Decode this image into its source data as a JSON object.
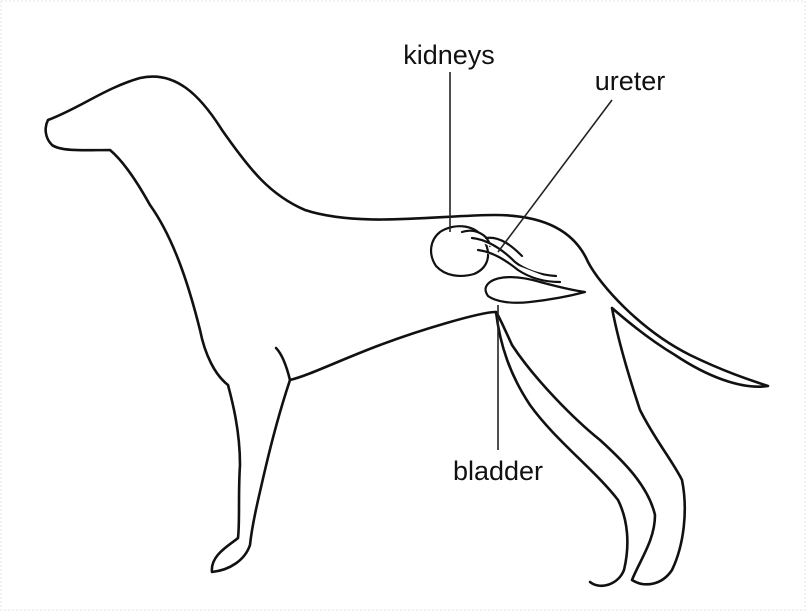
{
  "labels": {
    "kidneys": "kidneys",
    "ureter": "ureter",
    "bladder": "bladder"
  },
  "colors": {
    "line": "#111111",
    "background": "#ffffff"
  }
}
